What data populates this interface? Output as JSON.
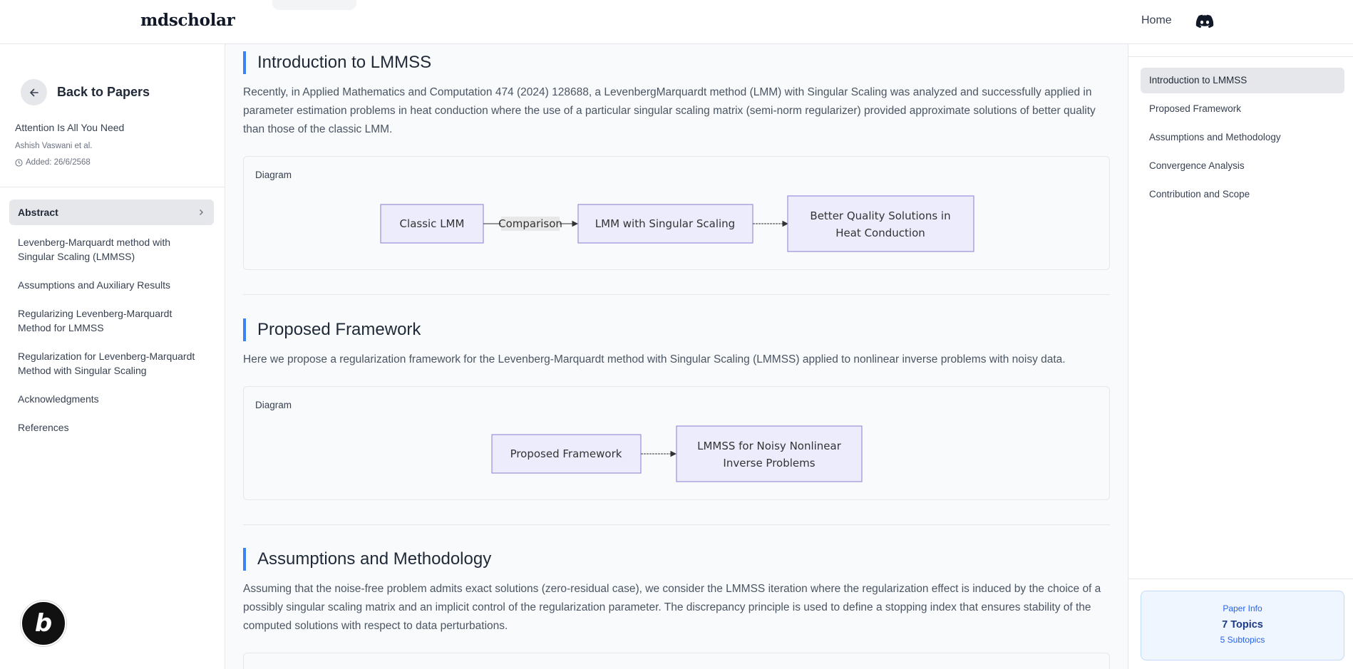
{
  "header": {
    "brand": "mdscholar",
    "nav_home": "Home"
  },
  "sidebar": {
    "back_label": "Back to Papers",
    "paper_title": "Attention Is All You Need",
    "paper_authors": "Ashish Vaswani et al.",
    "paper_added": "Added: 26/6/2568",
    "toc": [
      {
        "label": "Abstract"
      },
      {
        "label": "Levenberg-Marquardt method with Singular Scaling (LMMSS)"
      },
      {
        "label": "Assumptions and Auxiliary Results"
      },
      {
        "label": "Regularizing Levenberg-Marquardt Method for LMMSS"
      },
      {
        "label": "Regularization for Levenberg-Marquardt Method with Singular Scaling"
      },
      {
        "label": "Acknowledgments"
      },
      {
        "label": "References"
      }
    ]
  },
  "main": {
    "sections": [
      {
        "heading": "Introduction to LMMSS",
        "text": "Recently, in Applied Mathematics and Computation 474 (2024) 128688, a LevenbergMarquardt method (LMM) with Singular Scaling was analyzed and successfully applied in parameter estimation problems in heat conduction where the use of a particular singular scaling matrix (semi-norm regularizer) provided approximate solutions of better quality than those of the classic LMM.",
        "diagram": {
          "label": "Diagram",
          "nodes": [
            "Classic LMM",
            "LMM with Singular Scaling",
            "Better Quality Solutions in",
            "Heat Conduction"
          ],
          "edge_label": "Comparison"
        }
      },
      {
        "heading": "Proposed Framework",
        "text": "Here we propose a regularization framework for the Levenberg-Marquardt method with Singular Scaling (LMMSS) applied to nonlinear inverse problems with noisy data.",
        "diagram": {
          "label": "Diagram",
          "nodes": [
            "Proposed Framework",
            "LMMSS for Noisy Nonlinear",
            "Inverse Problems"
          ]
        }
      },
      {
        "heading": "Assumptions and Methodology",
        "text": "Assuming that the noise-free problem admits exact solutions (zero-residual case), we consider the LMMSS iteration where the regularization effect is induced by the choice of a possibly singular scaling matrix and an implicit control of the regularization parameter. The discrepancy principle is used to define a stopping index that ensures stability of the computed solutions with respect to data perturbations."
      }
    ]
  },
  "rightbar": {
    "toc": [
      {
        "label": "Introduction to LMMSS"
      },
      {
        "label": "Proposed Framework"
      },
      {
        "label": "Assumptions and Methodology"
      },
      {
        "label": "Convergence Analysis"
      },
      {
        "label": "Contribution and Scope"
      }
    ],
    "paper_info": {
      "label": "Paper Info",
      "topics": "7 Topics",
      "subtopics": "5 Subtopics"
    }
  },
  "colors": {
    "accent": "#3b82f6",
    "node_fill": "#ececfd",
    "node_stroke": "#9d8fd8"
  }
}
